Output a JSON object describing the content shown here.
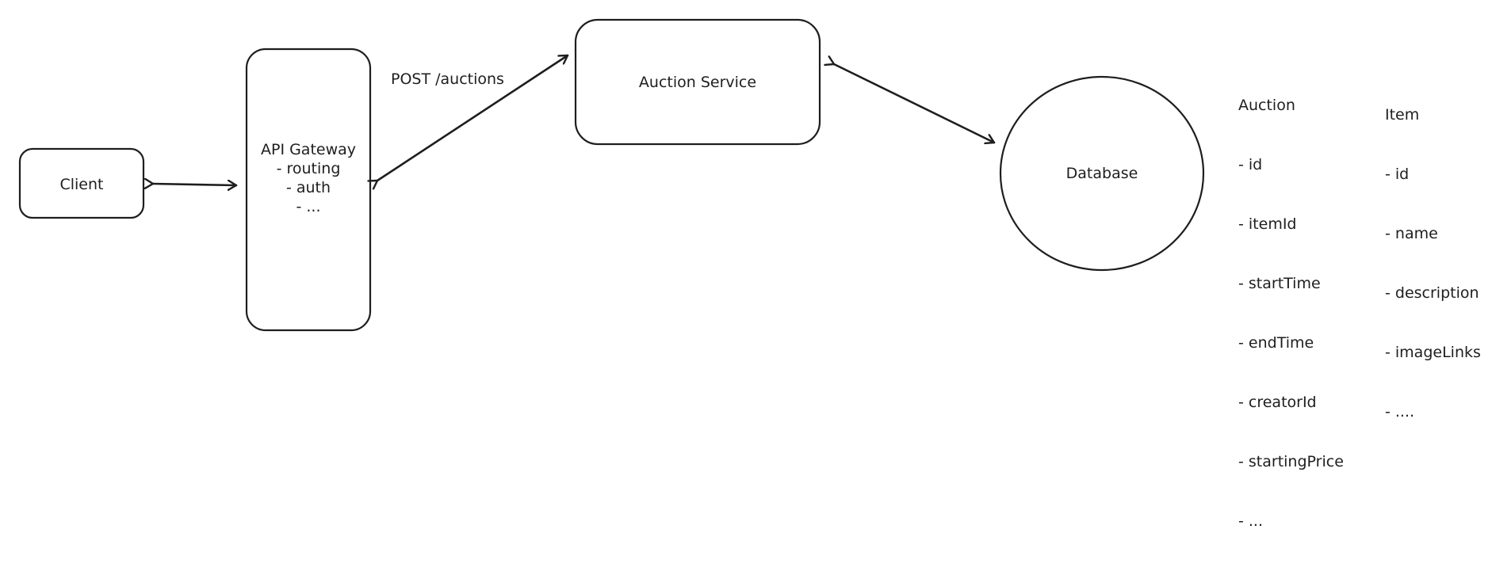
{
  "diagram": {
    "nodes": {
      "client": {
        "label": "Client"
      },
      "api_gateway": {
        "title": "API Gateway",
        "lines": [
          "- routing",
          "- auth",
          "- ..."
        ]
      },
      "auction_service": {
        "label": "Auction Service"
      },
      "database": {
        "label": "Database"
      }
    },
    "edges": {
      "gateway_to_auction": {
        "label": "POST /auctions"
      }
    },
    "entities": {
      "auction": {
        "title": "Auction",
        "fields": [
          "- id",
          "- itemId",
          "- startTime",
          "- endTime",
          "- creatorId",
          "- startingPrice",
          "- ..."
        ]
      },
      "item": {
        "title": "Item",
        "fields": [
          "- id",
          "- name",
          "- description",
          "- imageLinks",
          "- ...."
        ]
      }
    },
    "colors": {
      "stroke": "#1e1e1e",
      "background": "#ffffff"
    }
  }
}
